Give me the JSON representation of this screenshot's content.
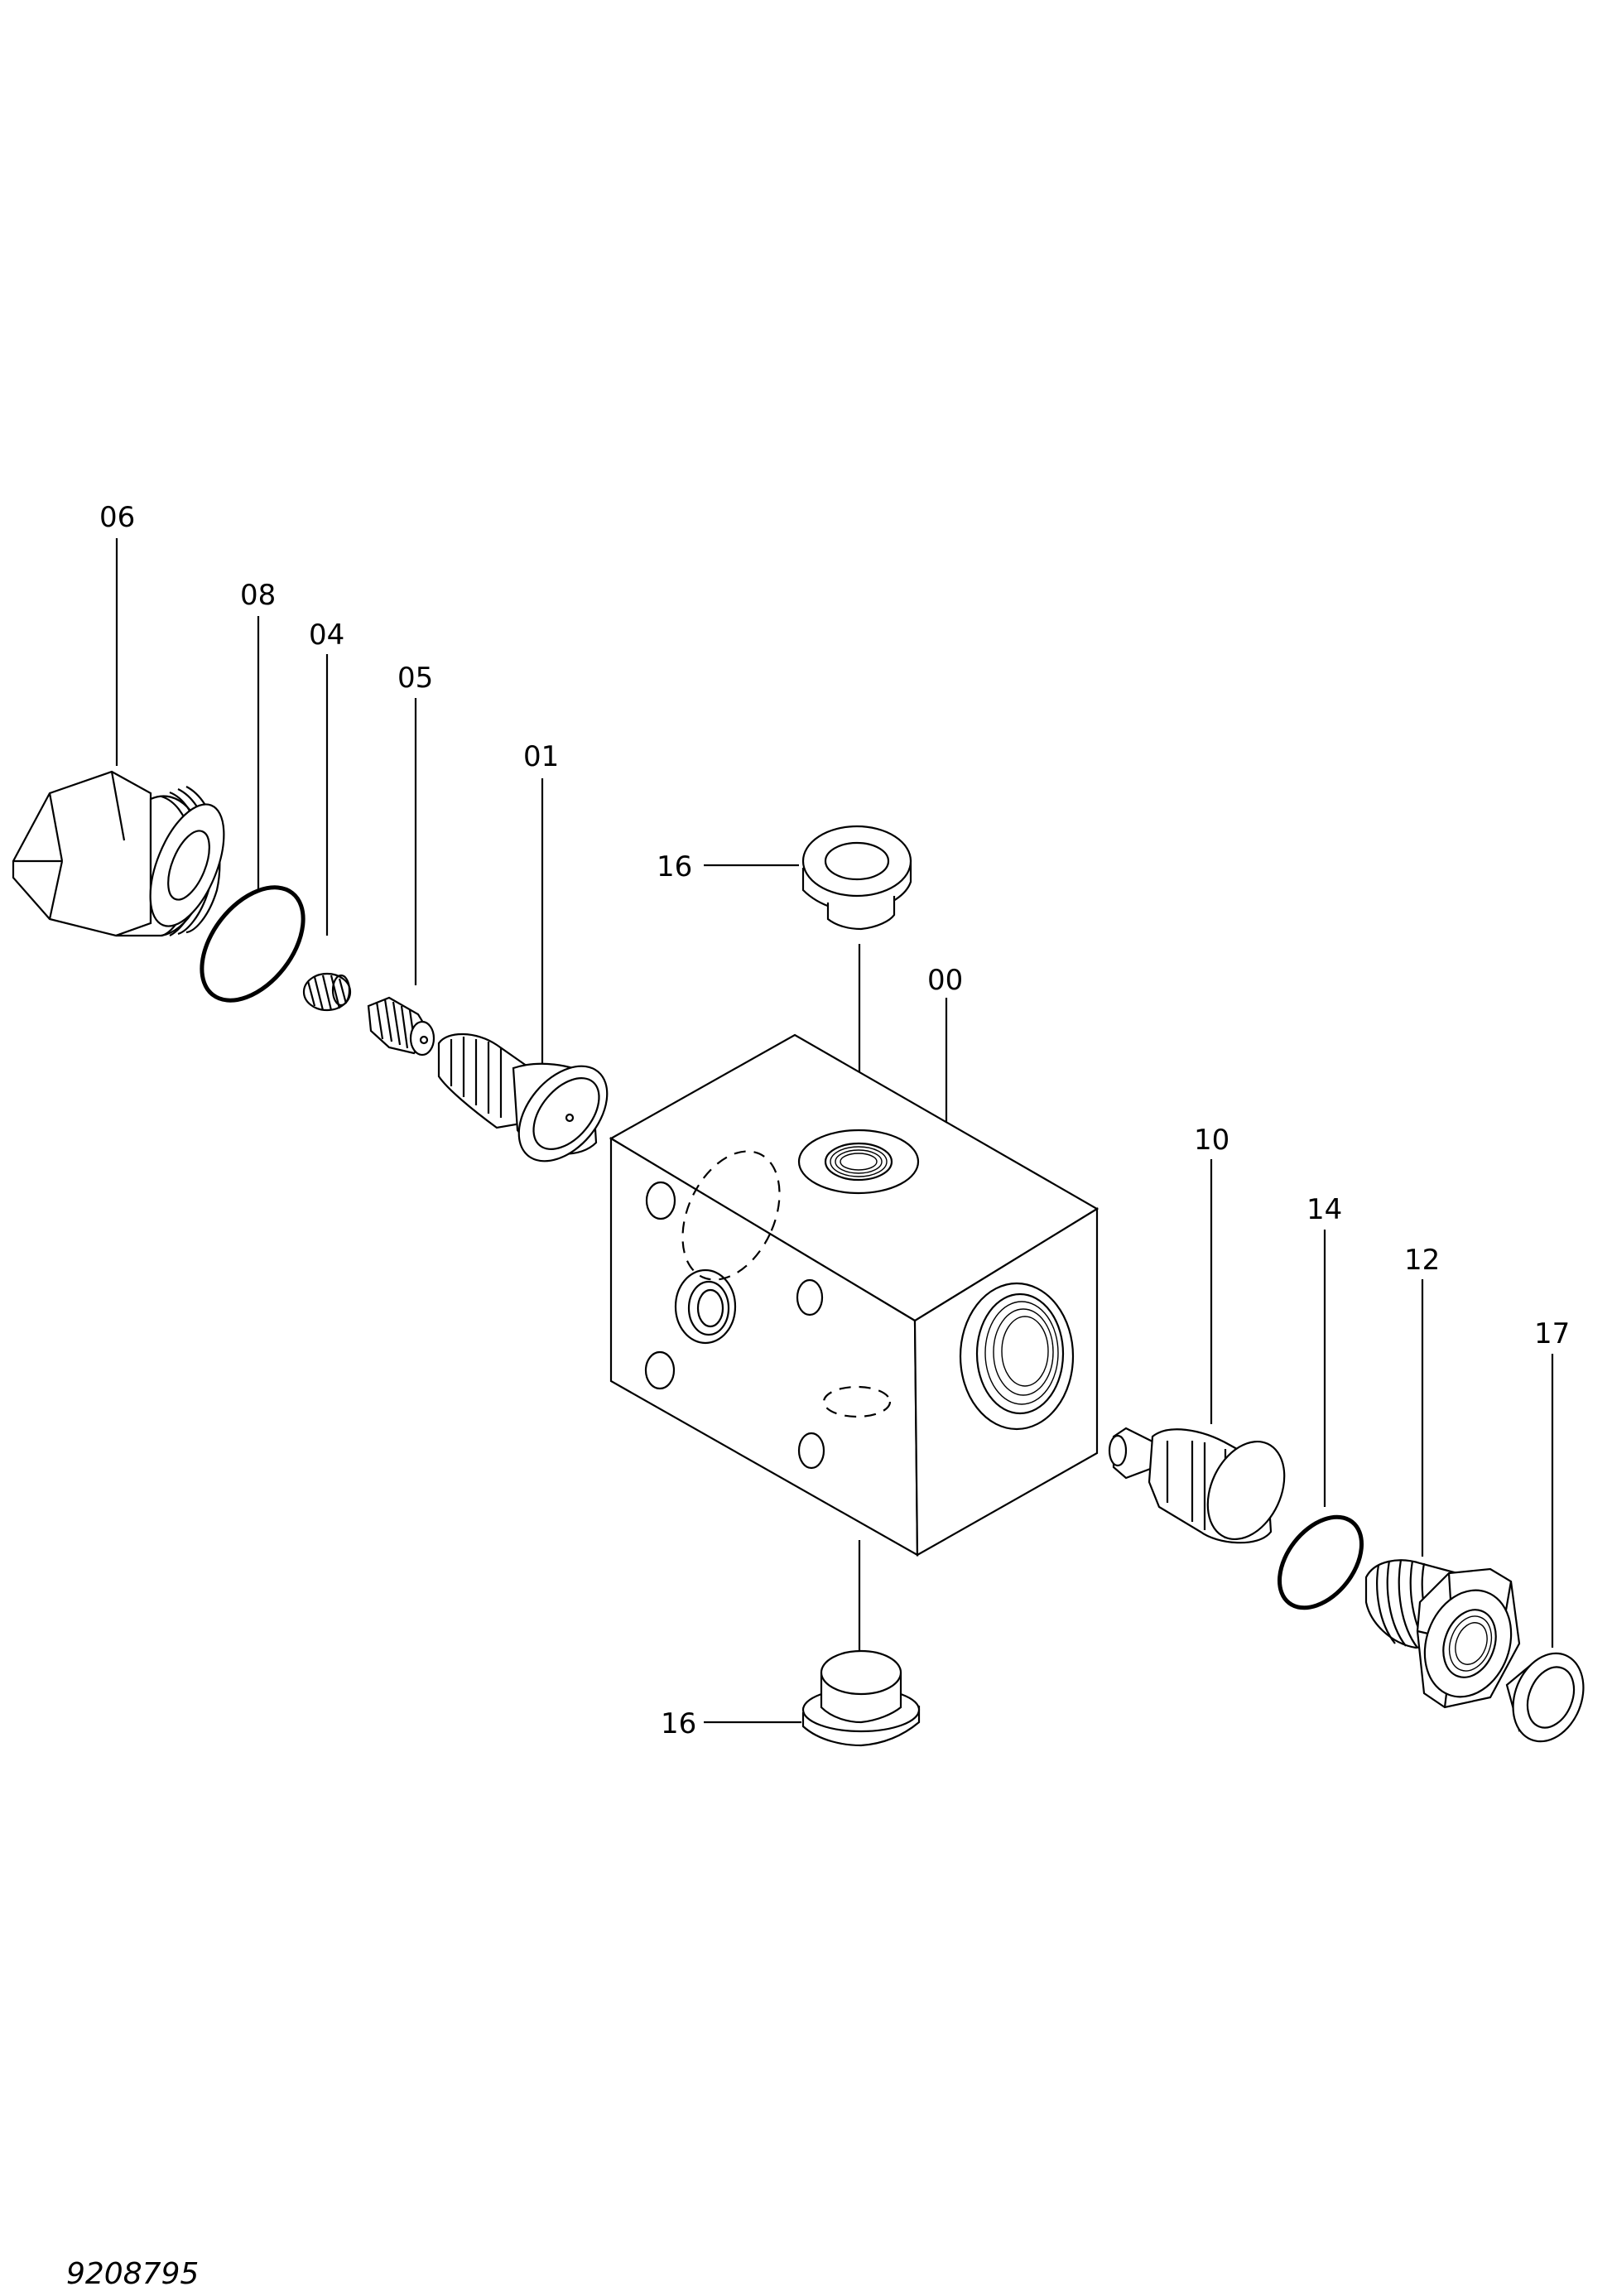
{
  "diagram": {
    "part_labels": [
      "06",
      "08",
      "04",
      "05",
      "01",
      "16",
      "00",
      "10",
      "14",
      "12",
      "17",
      "16"
    ],
    "drawing_number": "9208795"
  }
}
